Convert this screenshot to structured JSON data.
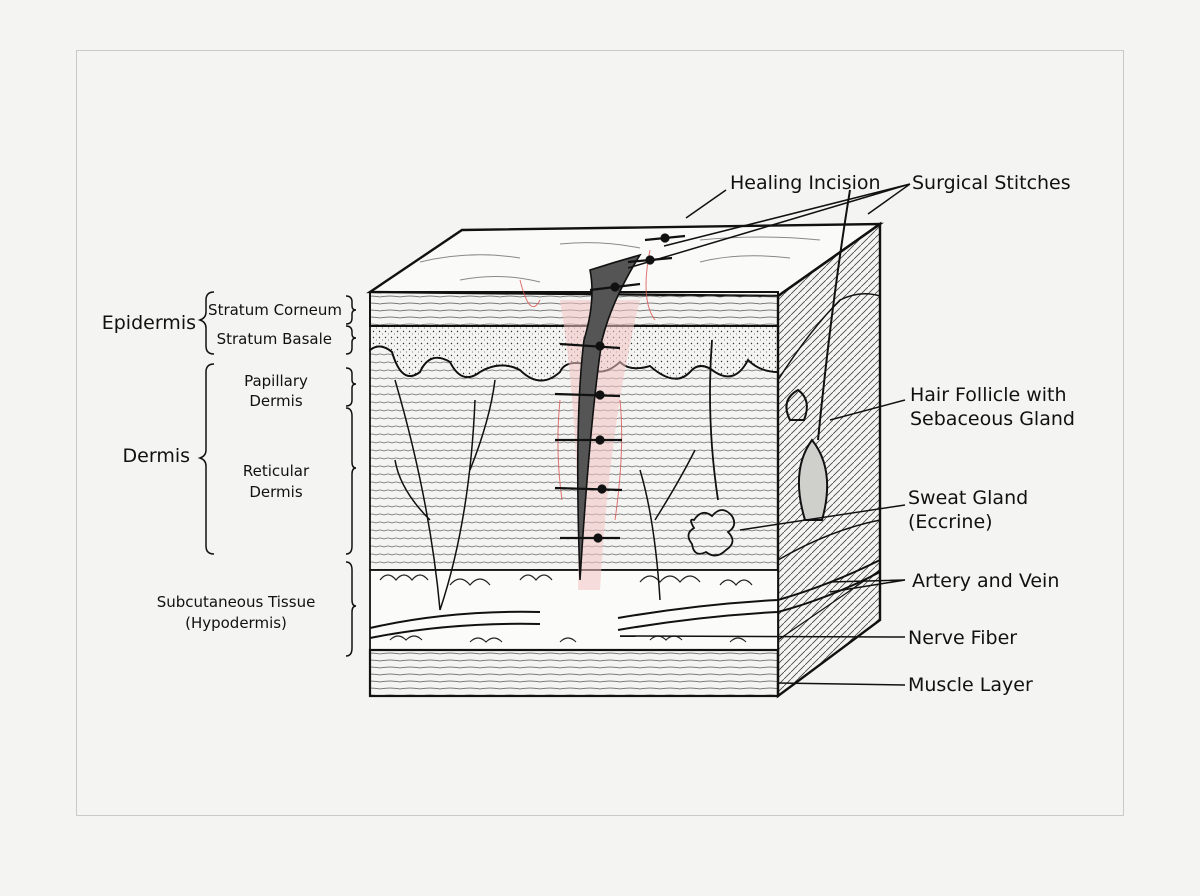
{
  "labels": {
    "healing_incision": "Healing Incision",
    "surgical_stitches": "Surgical Stitches",
    "epidermis": "Epidermis",
    "stratum_corneum": "Stratum Corneum",
    "stratum_basale": "Stratum Basale",
    "dermis": "Dermis",
    "papillary_dermis_1": "Papillary",
    "papillary_dermis_2": "Dermis",
    "reticular_dermis_1": "Reticular",
    "reticular_dermis_2": "Dermis",
    "subcutaneous_1": "Subcutaneous Tissue",
    "subcutaneous_2": "(Hypodermis)",
    "hair_follicle_1": "Hair Follicle with",
    "hair_follicle_2": "Sebaceous Gland",
    "sweat_gland_1": "Sweat Gland",
    "sweat_gland_2": "(Eccrine)",
    "artery_vein": "Artery and Vein",
    "nerve_fiber": "Nerve Fiber",
    "muscle_layer": "Muscle Layer"
  },
  "colors": {
    "ink": "#111111",
    "incision_red": "#d9534f",
    "paper": "#f4f4f2",
    "frame": "#c9c9c6"
  }
}
